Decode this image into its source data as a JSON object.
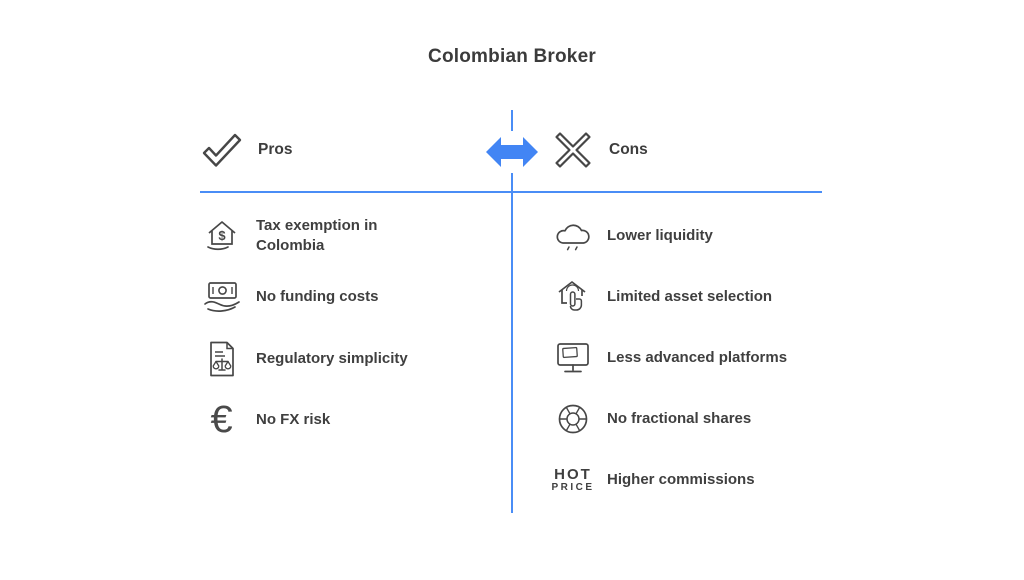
{
  "title": "Colombian Broker",
  "colors": {
    "accent_blue": "#4285f4",
    "line_blue": "#4a8df6",
    "text_dark": "#3f3f3f"
  },
  "pros": {
    "label": "Pros",
    "icon": "check-icon",
    "items": [
      {
        "label": "Tax exemption in Colombia",
        "icon": "tax-house-icon"
      },
      {
        "label": "No funding costs",
        "icon": "cash-hand-icon"
      },
      {
        "label": "Regulatory simplicity",
        "icon": "document-scales-icon"
      },
      {
        "label": "No FX risk",
        "icon": "euro-icon"
      }
    ]
  },
  "cons": {
    "label": "Cons",
    "icon": "x-icon",
    "items": [
      {
        "label": "Lower liquidity",
        "icon": "cloud-icon"
      },
      {
        "label": "Limited asset selection",
        "icon": "house-select-icon"
      },
      {
        "label": "Less advanced platforms",
        "icon": "monitor-icon"
      },
      {
        "label": "No fractional shares",
        "icon": "donut-chart-icon"
      },
      {
        "label": "Higher commissions",
        "icon": "hot-price-icon"
      }
    ]
  },
  "hot_price": {
    "line1": "HOT",
    "line2": "PRICE"
  }
}
